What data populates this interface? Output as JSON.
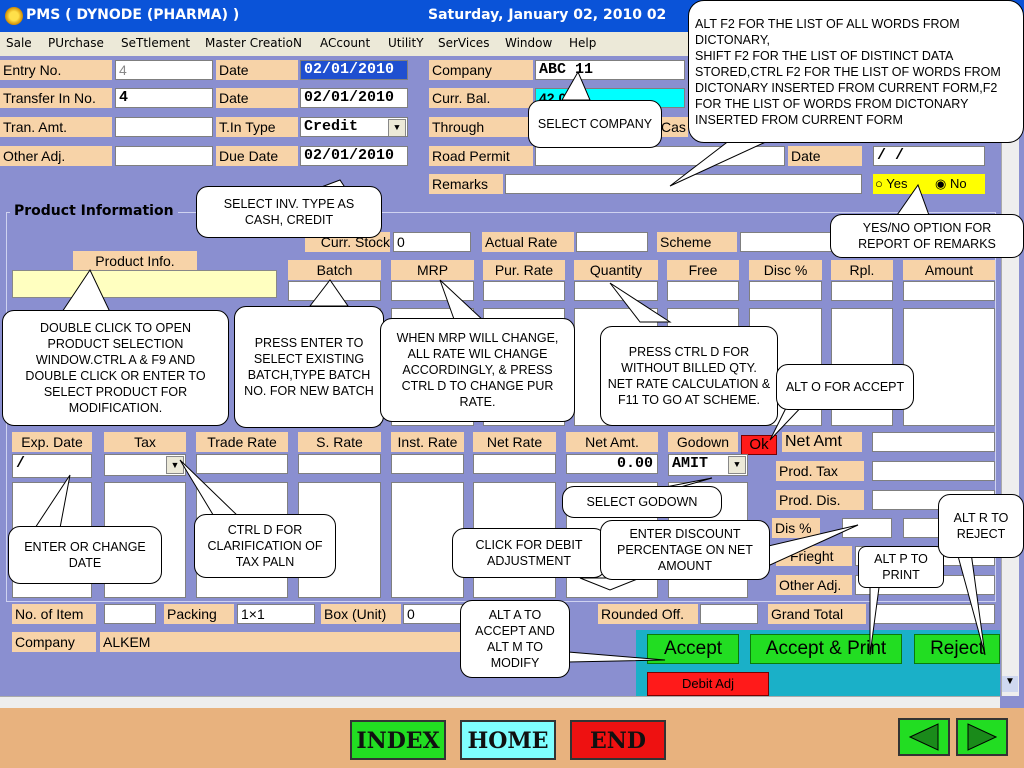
{
  "window": {
    "title": "PMS ( DYNODE (PHARMA) )",
    "date": "Saturday, January 02, 2010  02"
  },
  "menu": [
    "Sale",
    "PUrchase",
    "SeTtlement",
    "Master CreatioN",
    "ACcount",
    "UtilitY",
    "SerVices",
    "Window",
    "Help"
  ],
  "header": {
    "entry_no_label": "Entry No.",
    "entry_no": "4",
    "transfer_in_label": "Transfer In No.",
    "transfer_in": "4",
    "tran_amt_label": "Tran. Amt.",
    "tran_amt": "",
    "other_adj_label": "Other Adj.",
    "other_adj": "",
    "date1_label": "Date",
    "date1": "02/01/2010",
    "date2_label": "Date",
    "date2": "02/01/2010",
    "tin_type_label": "T.In Type",
    "tin_type": "Credit",
    "due_date_label": "Due Date",
    "due_date": "02/01/2010",
    "company_label": "Company",
    "company": "ABC  11",
    "curr_bal_label": "Curr. Bal.",
    "curr_bal": "42  0 Dr.",
    "through_label": "Through",
    "cas_partial": "Cas",
    "road_permit_label": "Road Permit",
    "date3_label": "Date",
    "date3": "/   /",
    "remarks_label": "Remarks",
    "yes_label": "Yes",
    "no_label": "No"
  },
  "product": {
    "section_title": "Product Information",
    "product_info_label": "Product Info.",
    "curr_stock_label": "Curr. Stock",
    "curr_stock": "0",
    "actual_rate_label": "Actual Rate",
    "scheme_label": "Scheme",
    "columns_top": [
      "Batch",
      "MRP",
      "Pur. Rate",
      "Quantity",
      "Free",
      "Disc %",
      "Rpl.",
      "Amount"
    ],
    "columns_bottom": [
      "Exp. Date",
      "Tax",
      "Trade Rate",
      "S. Rate",
      "Inst. Rate",
      "Net Rate",
      "Net Amt.",
      "Godown"
    ],
    "exp_date": "/",
    "net_amt": "0.00",
    "godown": "AMIT",
    "ok_label": "Ok"
  },
  "totals": {
    "net_amt_label": "Net Amt",
    "prod_tax_label": "Prod. Tax",
    "prod_dis_label": "Prod. Dis.",
    "dis_pct_label": "Dis %",
    "frieght_label": "Frieght",
    "other_adj_label": "Other Adj.",
    "grand_total_label": "Grand Total",
    "rounded_off_label": "Rounded Off."
  },
  "footer": {
    "no_of_item_label": "No. of Item",
    "packing_label": "Packing",
    "packing": "1×1",
    "box_unit_label": "Box (Unit)",
    "box_unit": "0",
    "company_label": "Company",
    "company": "ALKEM"
  },
  "buttons": {
    "accept": "Accept",
    "accept_print": "Accept & Print",
    "reject": "Reject",
    "debit_adj": "Debit Adj"
  },
  "nav": {
    "index": "INDEX",
    "home": "HOME",
    "end": "END"
  },
  "callouts": {
    "top_right": "ALT F2 FOR THE LIST OF ALL WORDS FROM DICTONARY,\nSHIFT F2 FOR THE LIST OF DISTINCT DATA STORED,CTRL F2 FOR THE LIST OF WORDS FROM DICTONARY INSERTED FROM CURRENT FORM,F2  FOR THE LIST OF WORDS FROM DICTONARY INSERTED FROM CURRENT FORM",
    "select_company": "SELECT COMPANY",
    "select_inv_type": "SELECT INV. TYPE AS CASH, CREDIT",
    "yes_no": "YES/NO OPTION FOR REPORT OF REMARKS",
    "product_selection": "DOUBLE CLICK TO OPEN PRODUCT SELECTION WINDOW.CTRL A & F9 AND DOUBLE CLICK OR  ENTER TO SELECT PRODUCT FOR MODIFICATION.",
    "batch": "PRESS ENTER TO SELECT EXISTING BATCH,TYPE BATCH NO. FOR NEW BATCH",
    "mrp": "WHEN MRP WILL CHANGE, ALL RATE WIL CHANGE ACCORDINGLY, & PRESS CTRL D TO CHANGE PUR RATE.",
    "ctrl_d_qty": "PRESS CTRL D FOR WITHOUT BILLED QTY. NET RATE CALCULATION & F11 TO GO AT SCHEME.",
    "alt_o": "ALT O FOR ACCEPT",
    "enter_date": "ENTER OR CHANGE DATE",
    "tax_plan": "CTRL D FOR CLARIFICATION OF TAX PALN",
    "select_godown": "SELECT GODOWN",
    "debit_adjustment": "CLICK FOR DEBIT ADJUSTMENT",
    "discount": "ENTER DISCOUNT PERCENTAGE ON NET AMOUNT",
    "alt_a": "ALT A TO ACCEPT AND ALT M TO MODIFY",
    "alt_p": "ALT P  TO PRINT",
    "alt_r": "ALT R TO REJECT"
  }
}
